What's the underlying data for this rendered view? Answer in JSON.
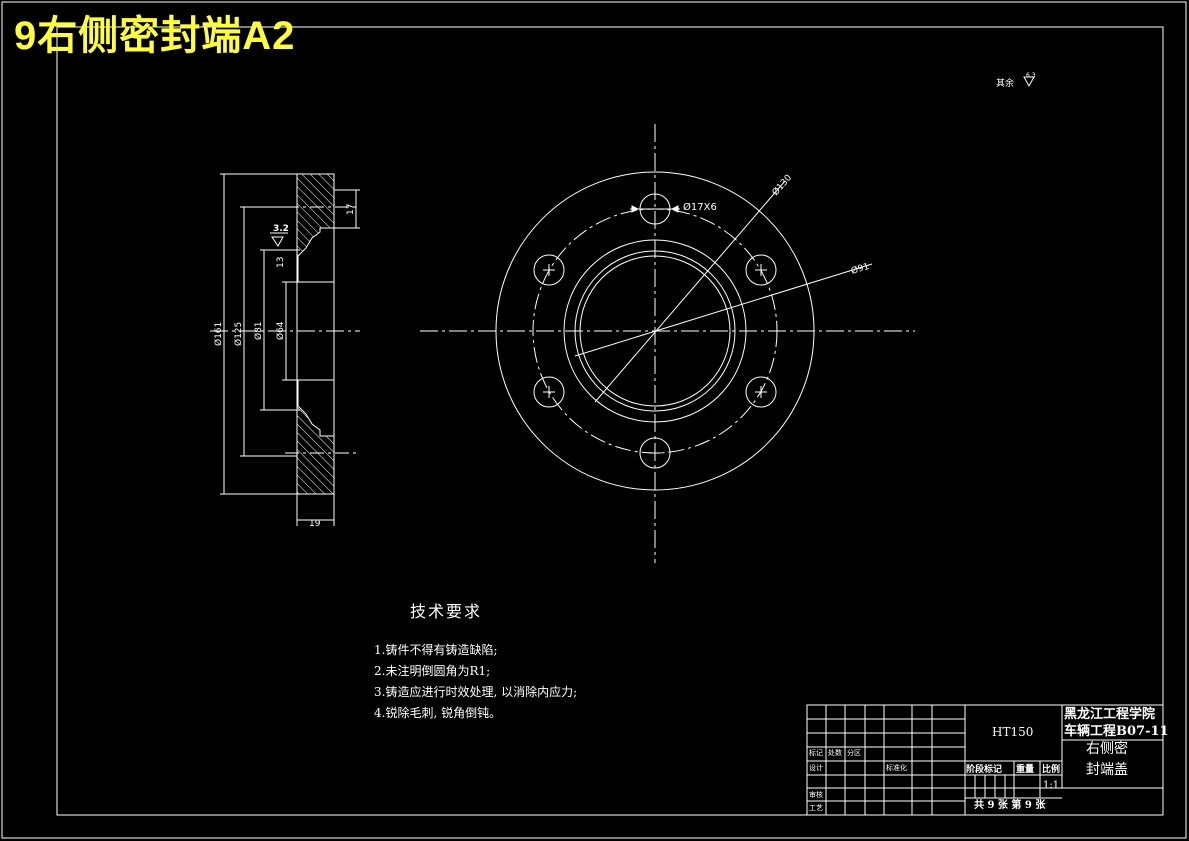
{
  "header": {
    "title": "9右侧密封端A2"
  },
  "roughness": {
    "label": "其余",
    "value": "6.3"
  },
  "dimensions": {
    "hole_note": "Ø17X6",
    "pcd": "Ø130",
    "outer": "Ø91",
    "d161": "Ø161",
    "d125": "Ø125",
    "d81": "Ø81",
    "d64": "Ø64",
    "w17": "17",
    "w13": "13",
    "w19": "19",
    "rough32": "3.2"
  },
  "tech": {
    "title": "技术要求",
    "items": [
      "1.铸件不得有铸造缺陷;",
      "2.未注明倒圆角为R1;",
      "3.铸造应进行时效处理, 以消除内应力;",
      "4.锐除毛刺, 锐角倒钝。"
    ]
  },
  "titleblock": {
    "material": "HT150",
    "school": "黑龙江工程学院",
    "class": "车辆工程B07-11",
    "part_line1": "右侧密",
    "part_line2": "封端盖",
    "stage": "阶段标记",
    "weight": "重量",
    "scale_label": "比例",
    "scale": "1:1",
    "sheet": "共 9 张 第 9 张",
    "c_mark": "标记",
    "c_count": "处数",
    "c_zone": "分区",
    "c_design": "设计",
    "c_std": "标准化",
    "c_check": "审核",
    "c_process": "工艺"
  }
}
